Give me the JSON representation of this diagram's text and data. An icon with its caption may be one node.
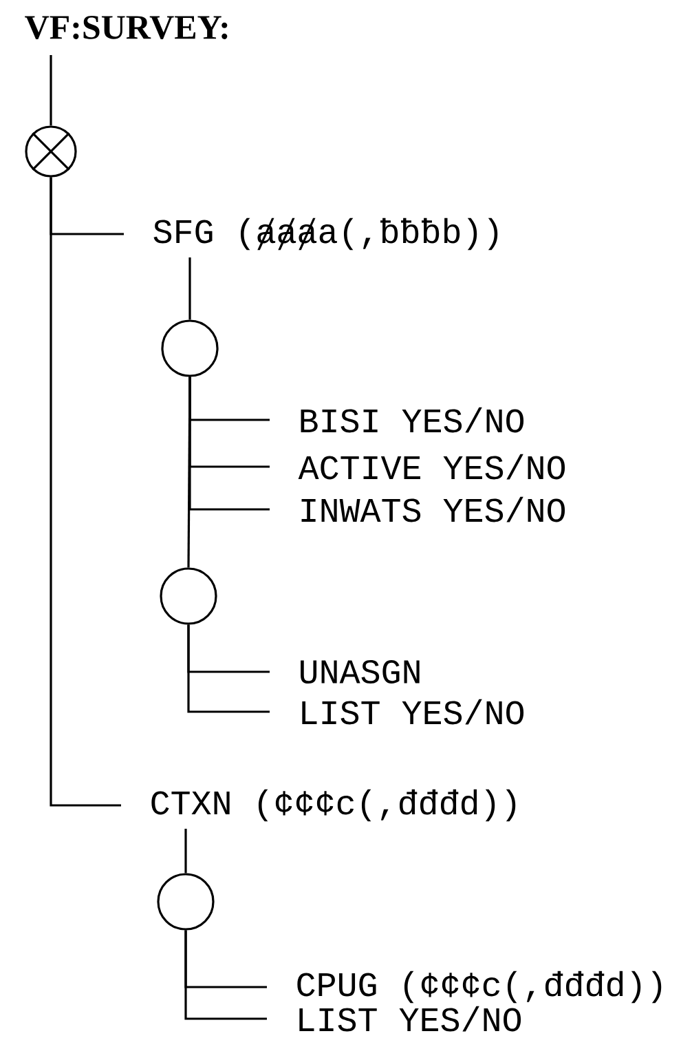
{
  "diagram": {
    "nodes": [
      {
        "text": [
          "VF:SURVEY:"
        ]
      },
      {
        "text": [],
        "shape": "circle"
      },
      {
        "text": [
          "SFG (ⱥⱥⱥa(,ƀƀƀb))"
        ]
      },
      {
        "text": [],
        "shape": "circle"
      },
      {
        "text": [
          "BISI YES/NO"
        ]
      },
      {
        "text": [
          "ACTIVE YES/NO"
        ]
      },
      {
        "text": [
          "INWATS YES/NO"
        ]
      },
      {
        "text": [],
        "shape": "circle"
      },
      {
        "text": [
          "UNASGN"
        ]
      },
      {
        "text": [
          "LIST YES/NO"
        ]
      },
      {
        "text": [
          "CTXN (¢¢¢c(,đđđd))"
        ]
      },
      {
        "text": [],
        "shape": "circle"
      },
      {
        "text": [
          "CPUG (¢¢¢c(,đđđd))"
        ]
      },
      {
        "text": [
          "LIST YES/NO"
        ]
      }
    ],
    "edges": [
      {
        "from": 0,
        "to": 1,
        "arrow": "none"
      },
      {
        "from": 1,
        "to": 2,
        "arrow": "none"
      },
      {
        "from": 1,
        "to": 10,
        "arrow": "none"
      },
      {
        "from": 2,
        "to": 3,
        "arrow": "none"
      },
      {
        "from": 3,
        "to": 4,
        "arrow": "none"
      },
      {
        "from": 3,
        "to": 5,
        "arrow": "none"
      },
      {
        "from": 3,
        "to": 6,
        "arrow": "none"
      },
      {
        "from": 3,
        "to": 7,
        "arrow": "none"
      },
      {
        "from": 7,
        "to": 8,
        "arrow": "none"
      },
      {
        "from": 7,
        "to": 9,
        "arrow": "none"
      },
      {
        "from": 10,
        "to": 11,
        "arrow": "none"
      },
      {
        "from": 11,
        "to": 12,
        "arrow": "none"
      },
      {
        "from": 11,
        "to": 13,
        "arrow": "none"
      }
    ]
  }
}
